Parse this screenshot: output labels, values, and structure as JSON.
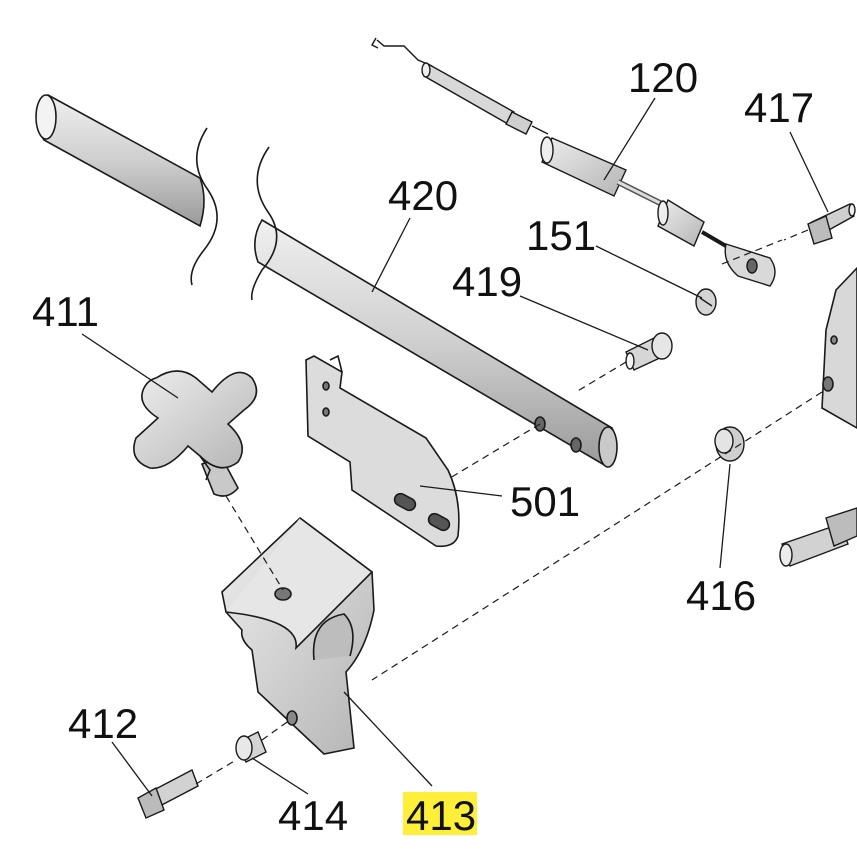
{
  "labels": {
    "l120": "120",
    "l417": "417",
    "l420": "420",
    "l151": "151",
    "l419": "419",
    "l411": "411",
    "l501": "501",
    "l416": "416",
    "l412": "412",
    "l414": "414",
    "l413": "413"
  },
  "highlighted_label": "413",
  "colors": {
    "highlight": "#ffef3a",
    "part_fill": "#d6d6d6",
    "part_shade": "#a9a9a9",
    "outline": "#1a1a1a"
  }
}
